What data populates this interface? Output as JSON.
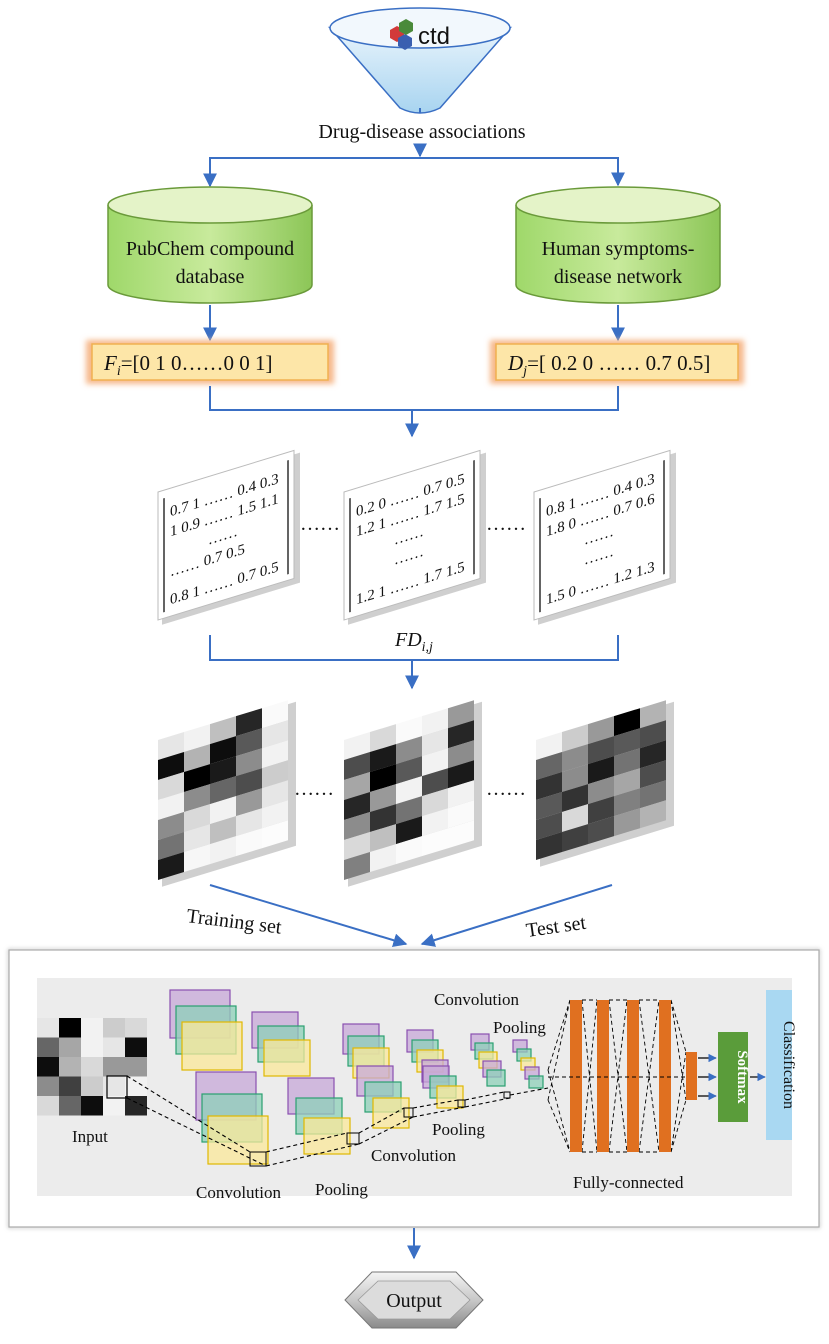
{
  "source": {
    "logo_text": "ctd"
  },
  "labels": {
    "associations": "Drug-disease associations",
    "db_left_line1": "PubChem compound",
    "db_left_line2": "database",
    "db_right_line1": "Human symptoms-",
    "db_right_line2": "disease network",
    "fi_var": "F",
    "fi_sub": "i",
    "fi_value": "=[0 1 0……0 0 1]",
    "dj_var": "D",
    "dj_sub": "j",
    "dj_value": "=[ 0.2 0 …… 0.7 0.5]",
    "fd_var": "FD",
    "fd_sub": "i,j",
    "ellipsis": "……",
    "training_set": "Training set",
    "test_set": "Test set",
    "output": "Output"
  },
  "matrices": [
    {
      "rows": [
        "0.7 1 …… 0.4 0.3",
        "1 0.9 …… 1.5 1.1",
        "……",
        "……  0.7 0.5",
        "0.8 1 …… 0.7 0.5"
      ]
    },
    {
      "rows": [
        "0.2 0 …… 0.7 0.5",
        "1.2 1 …… 1.7 1.5",
        "……",
        "……",
        "1.2 1 …… 1.7 1.5"
      ]
    },
    {
      "rows": [
        "0.8 1 …… 0.4 0.3",
        "1.8 0 …… 0.7 0.6",
        "……",
        "……",
        "1.5 0 …… 1.2 1.3"
      ]
    }
  ],
  "grayscale_images": [
    [
      [
        0.9,
        0.95,
        0.75,
        0.15,
        0.98
      ],
      [
        0.05,
        0.7,
        0.05,
        0.35,
        0.9
      ],
      [
        0.85,
        0.0,
        0.1,
        0.55,
        0.95
      ],
      [
        0.95,
        0.55,
        0.4,
        0.3,
        0.8
      ],
      [
        0.55,
        0.85,
        0.95,
        0.6,
        0.9
      ],
      [
        0.45,
        0.9,
        0.75,
        0.9,
        0.95
      ],
      [
        0.1,
        0.97,
        0.95,
        0.98,
        0.99
      ]
    ],
    [
      [
        0.95,
        0.85,
        0.98,
        0.95,
        0.6
      ],
      [
        0.3,
        0.1,
        0.55,
        0.9,
        0.15
      ],
      [
        0.65,
        0.0,
        0.35,
        0.95,
        0.55
      ],
      [
        0.15,
        0.6,
        0.95,
        0.3,
        0.1
      ],
      [
        0.55,
        0.2,
        0.45,
        0.85,
        0.95
      ],
      [
        0.85,
        0.75,
        0.1,
        0.95,
        0.98
      ],
      [
        0.5,
        0.95,
        0.98,
        0.99,
        0.99
      ]
    ],
    [
      [
        0.95,
        0.8,
        0.6,
        0.0,
        0.7
      ],
      [
        0.4,
        0.55,
        0.3,
        0.35,
        0.3
      ],
      [
        0.2,
        0.55,
        0.1,
        0.45,
        0.15
      ],
      [
        0.35,
        0.2,
        0.55,
        0.65,
        0.3
      ],
      [
        0.3,
        0.85,
        0.25,
        0.5,
        0.45
      ],
      [
        0.2,
        0.25,
        0.3,
        0.6,
        0.7
      ]
    ]
  ],
  "cnn": {
    "input_label": "Input",
    "convolution": "Convolution",
    "pooling": "Pooling",
    "fully_connected": "Fully-connected",
    "softmax": "Softmax",
    "classification": "Classification",
    "input_grid": [
      [
        0.9,
        0.0,
        0.95,
        0.8,
        0.85
      ],
      [
        0.4,
        0.65,
        0.95,
        0.9,
        0.05
      ],
      [
        0.05,
        0.7,
        0.85,
        0.6,
        0.6
      ],
      [
        0.55,
        0.25,
        0.8,
        0.9,
        0.95
      ],
      [
        0.85,
        0.4,
        0.05,
        0.95,
        0.15
      ]
    ]
  },
  "colors": {
    "arrow": "#3a6fc4",
    "db_top": "#e4f3c8",
    "db_body": "#8fcf5a",
    "db_border": "#6a9a3a",
    "vector_fill": "#fde6a8",
    "vector_border": "#f0b050",
    "vector_glow": "#f6c38a",
    "fc_orange": "#e07020",
    "softmax_green": "#5a9c3a",
    "classification_blue": "#a9d8f2",
    "purple": "#c7a8d8",
    "teal": "#8ed0b8",
    "yellow": "#fbe89a"
  }
}
